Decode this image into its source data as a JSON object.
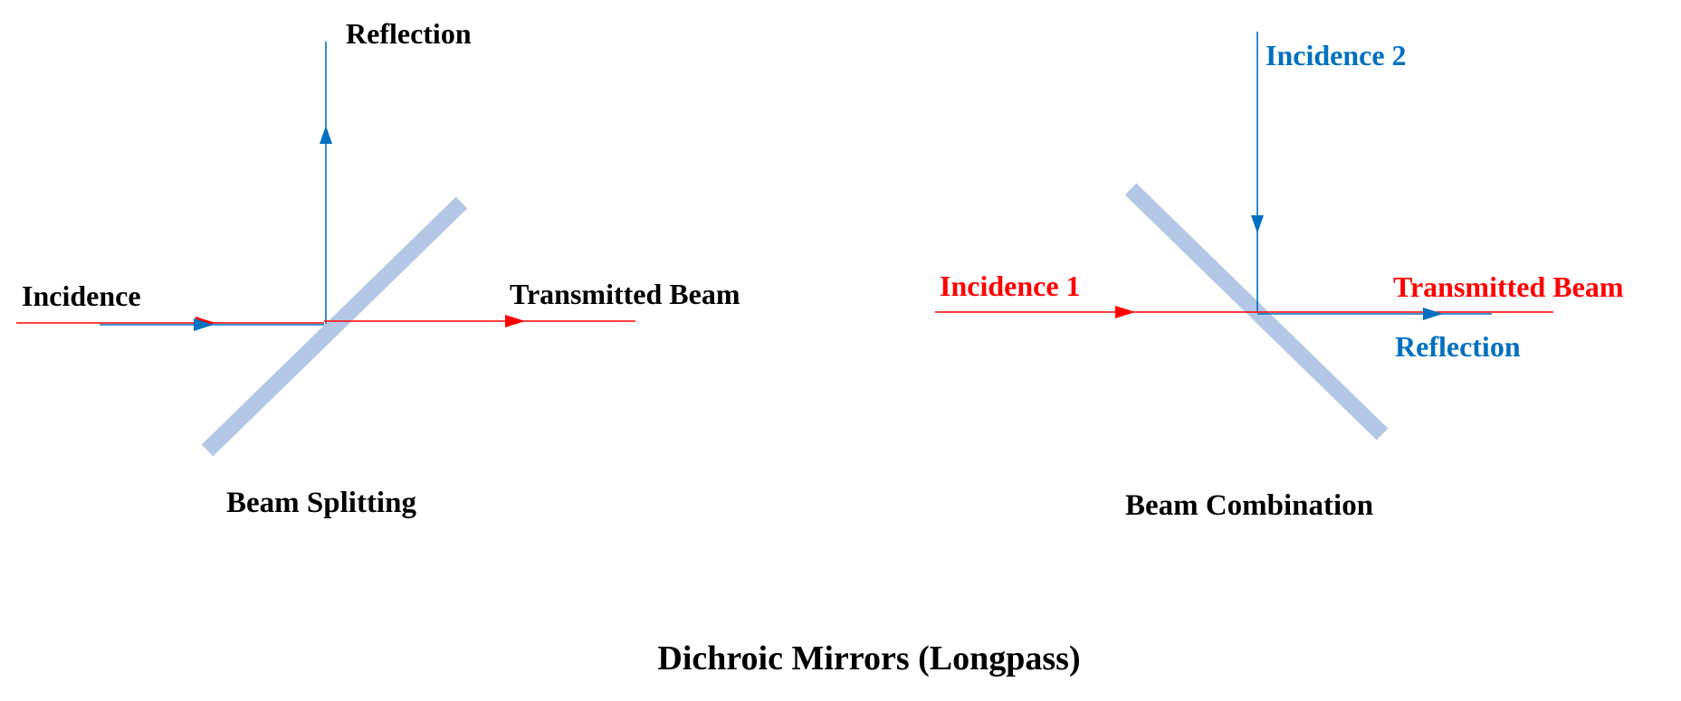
{
  "title": "Dichroic Mirrors (Longpass)",
  "colors": {
    "red_beam": "#ff0000",
    "blue_beam": "#0070c0",
    "mirror": "#b4c7e7",
    "text_black": "#000000"
  },
  "beam_splitting": {
    "caption": "Beam Splitting",
    "incidence_label": "Incidence",
    "reflection_label": "Reflection",
    "transmitted_label": "Transmitted Beam"
  },
  "beam_combination": {
    "caption": "Beam Combination",
    "incidence1_label": "Incidence 1",
    "incidence2_label": "Incidence 2",
    "transmitted_label": "Transmitted Beam",
    "reflection_label": "Reflection"
  }
}
